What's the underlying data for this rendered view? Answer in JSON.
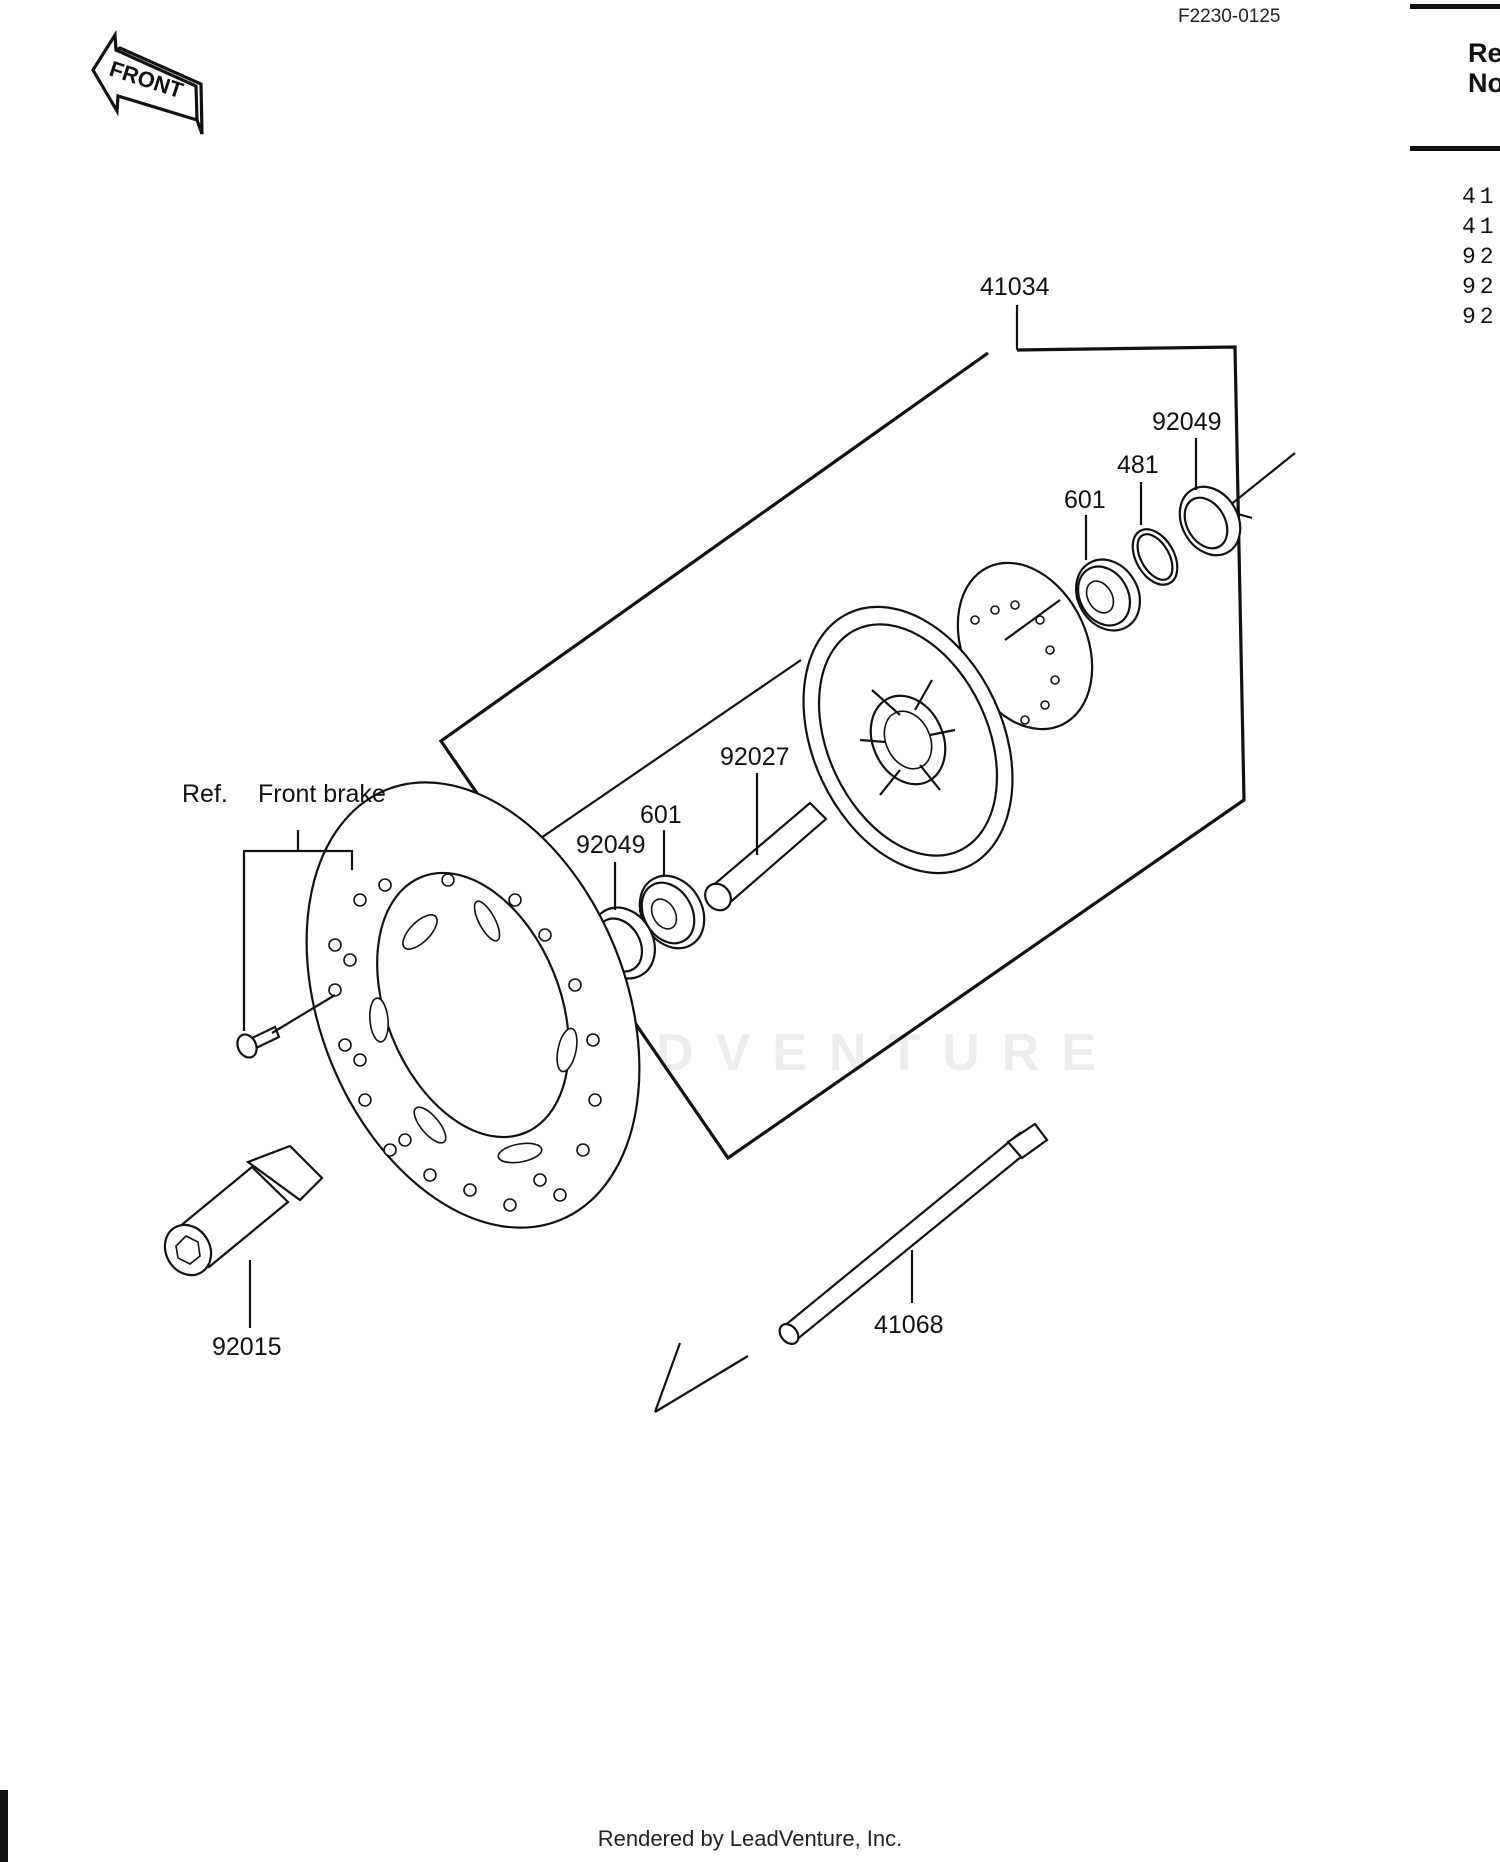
{
  "figure_code": "F2230-0125",
  "footer": "Rendered by LeadVenture, Inc.",
  "watermark": "LEADVENTURE",
  "front_arrow_label": "FRONT",
  "ref_label": "Ref.",
  "ref_target": "Front brake",
  "callouts": {
    "hub_assembly": "41034",
    "seal_right": "92049",
    "circlip": "481",
    "bearing_right": "601",
    "spacer": "92027",
    "bearing_left": "601",
    "seal_left": "92049",
    "collar": "92015",
    "axle": "41068"
  },
  "side_panel": {
    "header_line1": "Re",
    "header_line2": "No",
    "rows": [
      "41",
      "41",
      "92",
      "92",
      "92"
    ]
  }
}
